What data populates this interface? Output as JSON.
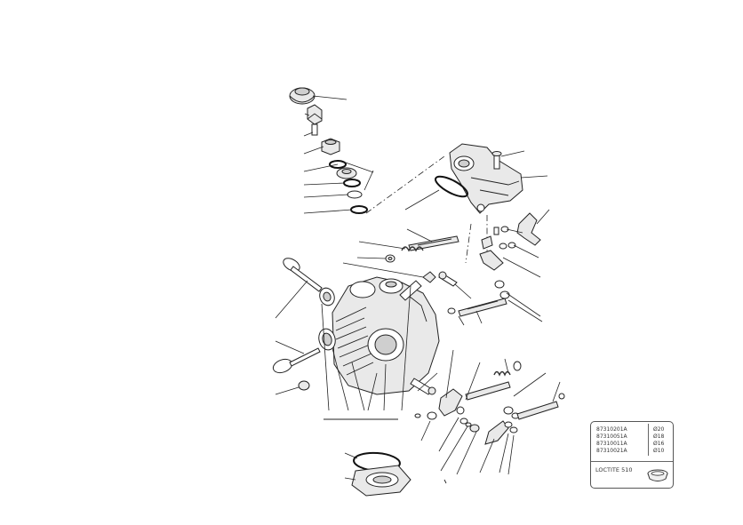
{
  "legend": {
    "rows": [
      {
        "code": "87310201A",
        "diameter": "Ø20"
      },
      {
        "code": "87310051A",
        "diameter": "Ø18"
      },
      {
        "code": "87310011A",
        "diameter": "Ø16"
      },
      {
        "code": "87310021A",
        "diameter": "Ø10"
      }
    ],
    "note": "LOCTITE 510",
    "note_icon": "sealant-cap-icon"
  }
}
